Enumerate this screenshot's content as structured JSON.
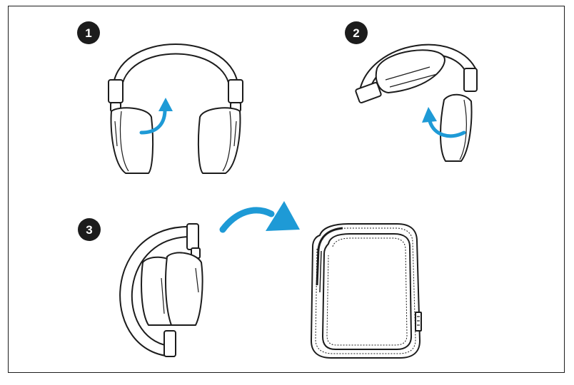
{
  "diagram": {
    "steps": [
      {
        "number": "1"
      },
      {
        "number": "2"
      },
      {
        "number": "3"
      }
    ]
  },
  "colors": {
    "arrow": "#1e9ad6",
    "line": "#1c1c1c",
    "badge": "#1c1c1c",
    "background": "#ffffff"
  }
}
